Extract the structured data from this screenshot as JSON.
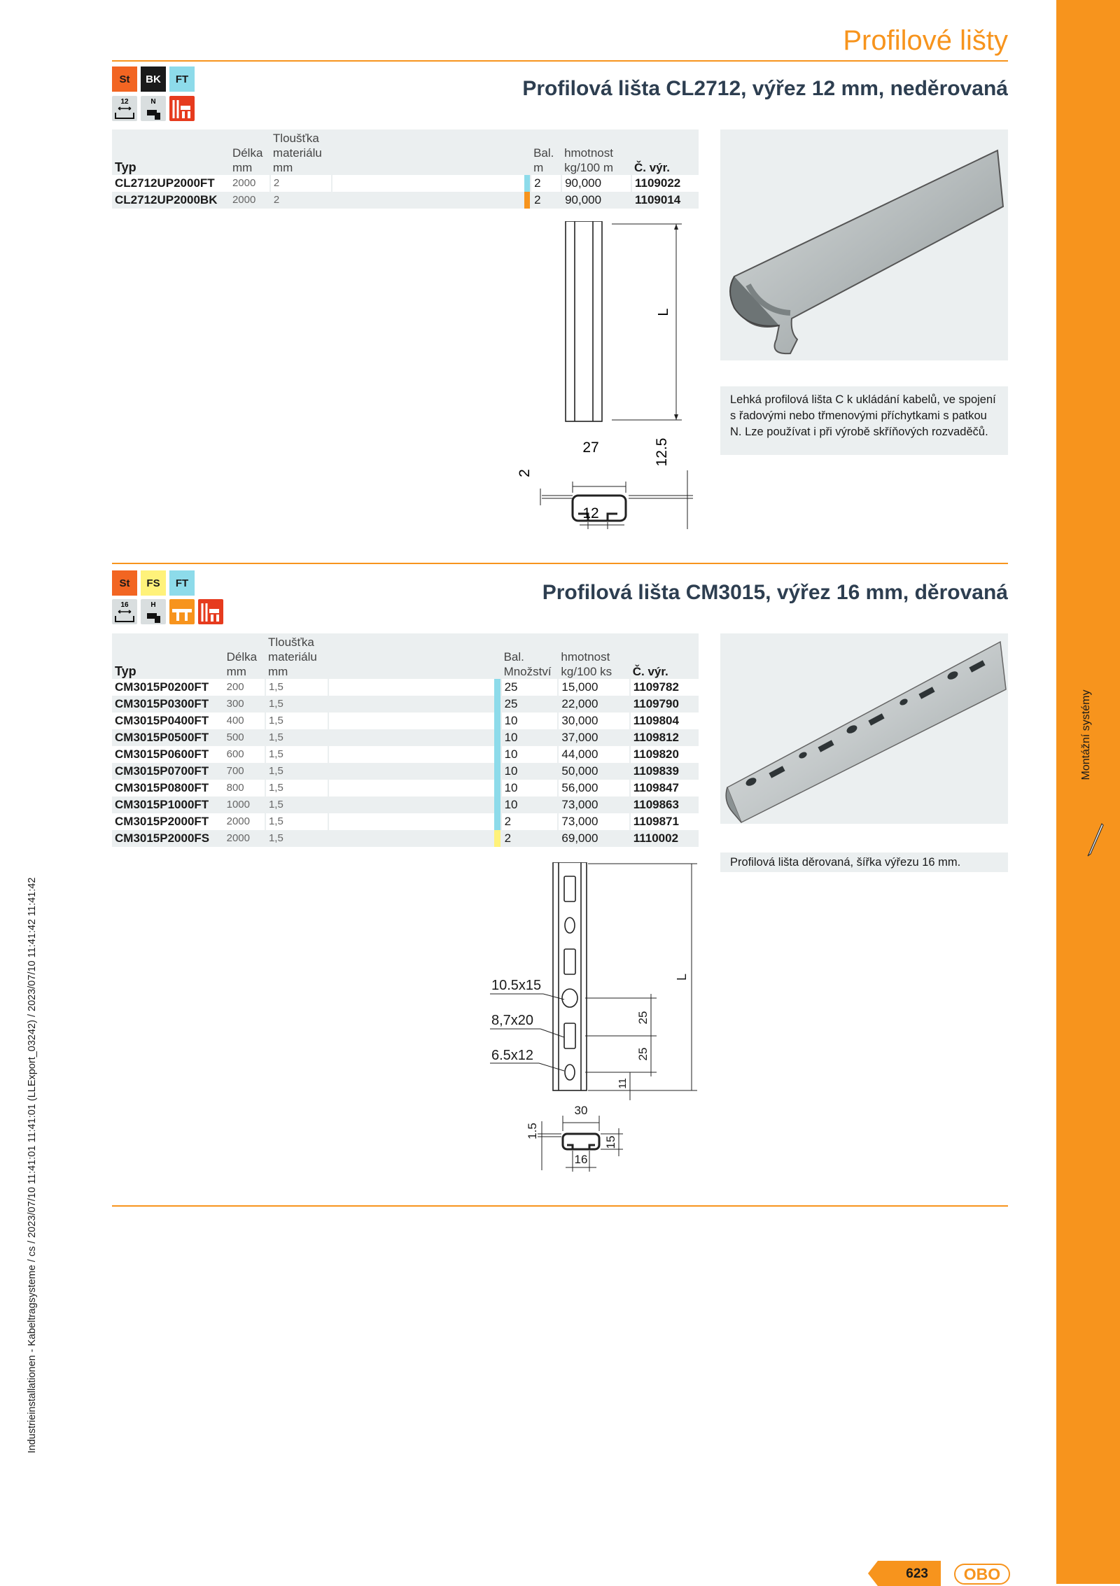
{
  "header": {
    "title": "Profilové lišty"
  },
  "sidebar": {
    "label": "Montážní systémy"
  },
  "vertical_meta": "Industrieinstallationen - Kabeltragsysteme / cs / 2023/07/10 11:41:01 11:41:01 (LLExport_03242) / 2023/07/10 11:41:42 11:41:42",
  "footer": {
    "page_number": "623",
    "logo": "OBO"
  },
  "colors": {
    "accent": "#f7941d",
    "title": "#2d3e50",
    "panel": "#ebeff0",
    "ft": "#8ddbea",
    "bk": "#f7941d",
    "fs": "#fff27a"
  },
  "section1": {
    "title": "Profilová lišta CL2712, výřez 12 mm, neděrovaná",
    "badges": [
      "St",
      "BK",
      "FT"
    ],
    "icon_labels": [
      "12",
      "N"
    ],
    "headers": {
      "typ": "Typ",
      "delka": [
        "Délka",
        "mm"
      ],
      "tloustka": [
        "Tloušťka",
        "materiálu",
        "mm"
      ],
      "bal": [
        "Bal.",
        "m"
      ],
      "hmotnost": [
        "hmotnost",
        "kg/100 m"
      ],
      "cvyr": "Č. výr."
    },
    "rows": [
      {
        "typ": "CL2712UP2000FT",
        "delka": "2000",
        "tloustka": "2",
        "color": "#8ddbea",
        "bal": "2",
        "hmotnost": "90,000",
        "cvyr": "1109022"
      },
      {
        "typ": "CL2712UP2000BK",
        "delka": "2000",
        "tloustka": "2",
        "color": "#f7941d",
        "bal": "2",
        "hmotnost": "90,000",
        "cvyr": "1109014"
      }
    ],
    "description": "Lehká profilová lišta C k ukládání kabelů, ve spojení s řadovými nebo třmenovými příchytkami s patkou N. Lze používat i při výrobě skříňových rozvaděčů.",
    "dims": {
      "L": "L",
      "w": "27",
      "h": "12.5",
      "t": "2",
      "slot": "12"
    }
  },
  "section2": {
    "title": "Profilová lišta CM3015, výřez 16 mm, děrovaná",
    "badges": [
      "St",
      "FS",
      "FT"
    ],
    "icon_labels": [
      "16",
      "H"
    ],
    "headers": {
      "typ": "Typ",
      "delka": [
        "Délka",
        "mm"
      ],
      "tloustka": [
        "Tloušťka",
        "materiálu",
        "mm"
      ],
      "bal": [
        "Bal.",
        "Množství"
      ],
      "hmotnost": [
        "hmotnost",
        "kg/100 ks"
      ],
      "cvyr": "Č. výr."
    },
    "rows": [
      {
        "typ": "CM3015P0200FT",
        "delka": "200",
        "tloustka": "1,5",
        "color": "#8ddbea",
        "bal": "25",
        "hmotnost": "15,000",
        "cvyr": "1109782"
      },
      {
        "typ": "CM3015P0300FT",
        "delka": "300",
        "tloustka": "1,5",
        "color": "#8ddbea",
        "bal": "25",
        "hmotnost": "22,000",
        "cvyr": "1109790"
      },
      {
        "typ": "CM3015P0400FT",
        "delka": "400",
        "tloustka": "1,5",
        "color": "#8ddbea",
        "bal": "10",
        "hmotnost": "30,000",
        "cvyr": "1109804"
      },
      {
        "typ": "CM3015P0500FT",
        "delka": "500",
        "tloustka": "1,5",
        "color": "#8ddbea",
        "bal": "10",
        "hmotnost": "37,000",
        "cvyr": "1109812"
      },
      {
        "typ": "CM3015P0600FT",
        "delka": "600",
        "tloustka": "1,5",
        "color": "#8ddbea",
        "bal": "10",
        "hmotnost": "44,000",
        "cvyr": "1109820"
      },
      {
        "typ": "CM3015P0700FT",
        "delka": "700",
        "tloustka": "1,5",
        "color": "#8ddbea",
        "bal": "10",
        "hmotnost": "50,000",
        "cvyr": "1109839"
      },
      {
        "typ": "CM3015P0800FT",
        "delka": "800",
        "tloustka": "1,5",
        "color": "#8ddbea",
        "bal": "10",
        "hmotnost": "56,000",
        "cvyr": "1109847"
      },
      {
        "typ": "CM3015P1000FT",
        "delka": "1000",
        "tloustka": "1,5",
        "color": "#8ddbea",
        "bal": "10",
        "hmotnost": "73,000",
        "cvyr": "1109863"
      },
      {
        "typ": "CM3015P2000FT",
        "delka": "2000",
        "tloustka": "1,5",
        "color": "#8ddbea",
        "bal": "2",
        "hmotnost": "73,000",
        "cvyr": "1109871"
      },
      {
        "typ": "CM3015P2000FS",
        "delka": "2000",
        "tloustka": "1,5",
        "color": "#fff27a",
        "bal": "2",
        "hmotnost": "69,000",
        "cvyr": "1110002"
      }
    ],
    "description": "Profilová lišta děrovaná, šířka výřezu 16 mm.",
    "dims": {
      "hole1": "10.5x15",
      "hole2": "8,7x20",
      "hole3": "6.5x12",
      "pitch1": "25",
      "pitch2": "25",
      "end": "11",
      "L": "L",
      "w": "30",
      "h": "15",
      "t": "1.5",
      "slot": "16"
    }
  }
}
